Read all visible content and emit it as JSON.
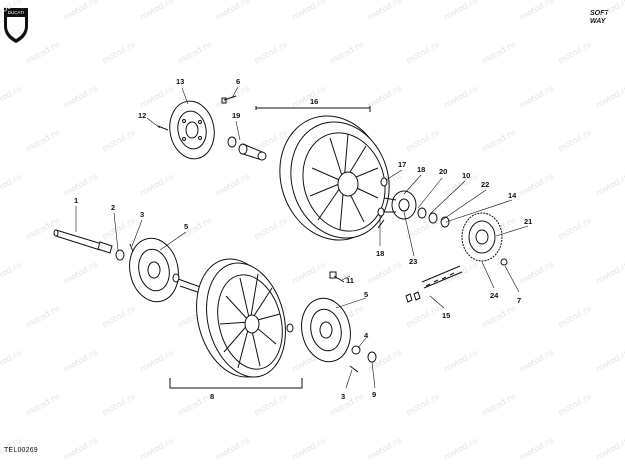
{
  "brand": {
    "left_logo": "ducati-shield-logo",
    "left_logo_text": "DUCATI",
    "right_logo_top": "SOFT",
    "right_logo_bottom": "WAY"
  },
  "document_code": "TEL00269",
  "watermark_text": "motod.ru",
  "callouts": {
    "c1": "1",
    "c2": "2",
    "c3a": "3",
    "c3b": "3",
    "c4": "4",
    "c5a": "5",
    "c5b": "5",
    "c6": "6",
    "c7": "7",
    "c8": "8",
    "c9": "9",
    "c10": "10",
    "c11": "11",
    "c12": "12",
    "c13": "13",
    "c14": "14",
    "c15": "15",
    "c16": "16",
    "c17": "17",
    "c18a": "18",
    "c18b": "18",
    "c19": "19",
    "c20": "20",
    "c21": "21",
    "c22": "22",
    "c23": "23",
    "c24": "24"
  },
  "colors": {
    "ink": "#111111",
    "watermark": "#e3e3e3",
    "background": "#ffffff"
  }
}
